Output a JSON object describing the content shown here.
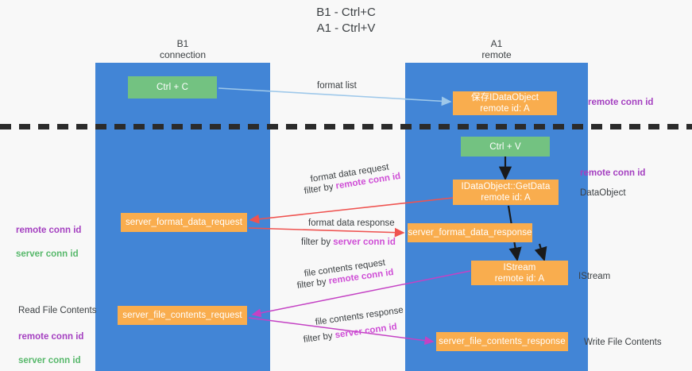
{
  "title": "B1 - Ctrl+C\nA1 - Ctrl+V",
  "columns": {
    "left": "B1\nconnection",
    "right": "A1\nremote"
  },
  "nodes": {
    "ctrl_c": {
      "line1": "Ctrl + C",
      "line2": ""
    },
    "idataobject": {
      "line1": "保存IDataObject",
      "line2": "remote id: A"
    },
    "ctrl_v": {
      "line1": "Ctrl + V",
      "line2": ""
    },
    "getdata": {
      "line1": "IDataObject::GetData",
      "line2": "remote id: A"
    },
    "server_format_data_request": {
      "line1": "server_format_data_request",
      "line2": ""
    },
    "server_format_data_response": {
      "line1": "server_format_data_response",
      "line2": ""
    },
    "istream": {
      "line1": "IStream",
      "line2": "remote id: A"
    },
    "server_file_contents_request": {
      "line1": "server_file_contents_request",
      "line2": ""
    },
    "server_file_contents_response": {
      "line1": "server_file_contents_response",
      "line2": ""
    }
  },
  "edge_labels": {
    "format_list": "format list",
    "format_data_request": "format data request",
    "format_data_request_filter_prefix": "filter by ",
    "format_data_request_filter_key": "remote conn id",
    "format_data_response": "format data response",
    "format_data_response_filter_prefix": "filter by ",
    "format_data_response_filter_key": "server conn id",
    "file_contents_request": "file contents request",
    "file_contents_request_filter_prefix": "filter by ",
    "file_contents_request_filter_key": "remote conn id",
    "file_contents_response": "file contents response",
    "file_contents_response_filter_prefix": "filter by ",
    "file_contents_response_filter_key": "server conn id"
  },
  "annotations": {
    "right_remote_conn_id_top": "remote conn id",
    "right_remote_conn_id_mid": "remote conn id",
    "right_dataobject": "DataObject",
    "right_istream": "IStream",
    "right_write_file_contents": "Write File Contents",
    "left_remote_conn_id": "remote conn id",
    "left_server_conn_id": "server conn id",
    "left_read_file_contents": "Read File Contents",
    "left_bottom_remote_conn_id": "remote conn id",
    "left_bottom_server_conn_id": "server conn id"
  },
  "colors": {
    "lane": "#4285d6",
    "green_node": "#73c281",
    "orange_node": "#f9ad4e",
    "purple_text": "#a43fc0",
    "green_text": "#57b86b",
    "magenta_text": "#cf4fd6",
    "arrow_blue": "#9ec8ea",
    "arrow_black": "#1a1a1a",
    "arrow_red": "#ef5350",
    "arrow_magenta": "#c442c4",
    "background": "#f8f8f8",
    "dash_separator": "#2b2b2b"
  }
}
